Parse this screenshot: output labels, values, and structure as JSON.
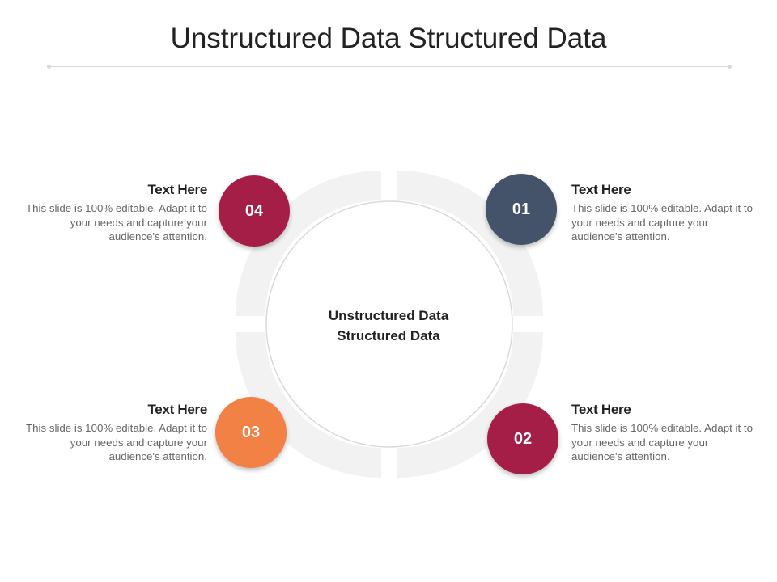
{
  "title": "Unstructured Data Structured Data",
  "center": {
    "line1": "Unstructured Data",
    "line2": "Structured Data"
  },
  "colors": {
    "ring_segment": "#f2f2f2",
    "inner_circle_border": "#d9d9d9",
    "badge_01": "#445369",
    "badge_02": "#a51e48",
    "badge_03": "#f18145",
    "badge_04": "#a51e48"
  },
  "items": [
    {
      "number": "01",
      "heading": "Text Here",
      "body": "This slide is 100% editable. Adapt it to your needs and capture your audience's attention."
    },
    {
      "number": "02",
      "heading": "Text Here",
      "body": "This slide is 100% editable. Adapt it to your needs and capture your audience's attention."
    },
    {
      "number": "03",
      "heading": "Text Here",
      "body": "This slide is 100% editable. Adapt it to your needs and capture your audience's attention."
    },
    {
      "number": "04",
      "heading": "Text Here",
      "body": "This slide is 100% editable. Adapt it to your needs and capture your audience's attention."
    }
  ]
}
